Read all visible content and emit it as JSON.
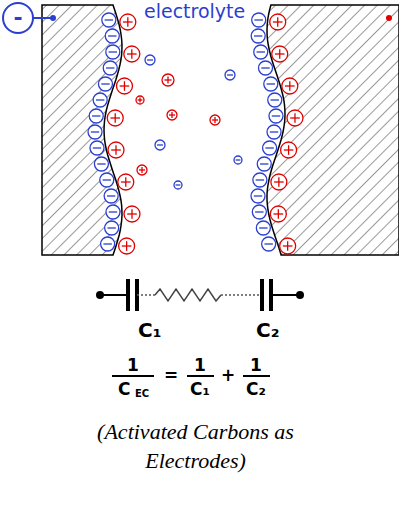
{
  "diagram": {
    "caption": "(Activated Carbons as Electrodes)",
    "nodes": [
      {
        "text": [
          "-"
        ]
      }
    ],
    "labels": [
      "electrolyte",
      "C₁",
      "C₂",
      "1",
      "C",
      "EC",
      "=",
      "1",
      "C₁",
      "+",
      "1",
      "C₂"
    ]
  }
}
